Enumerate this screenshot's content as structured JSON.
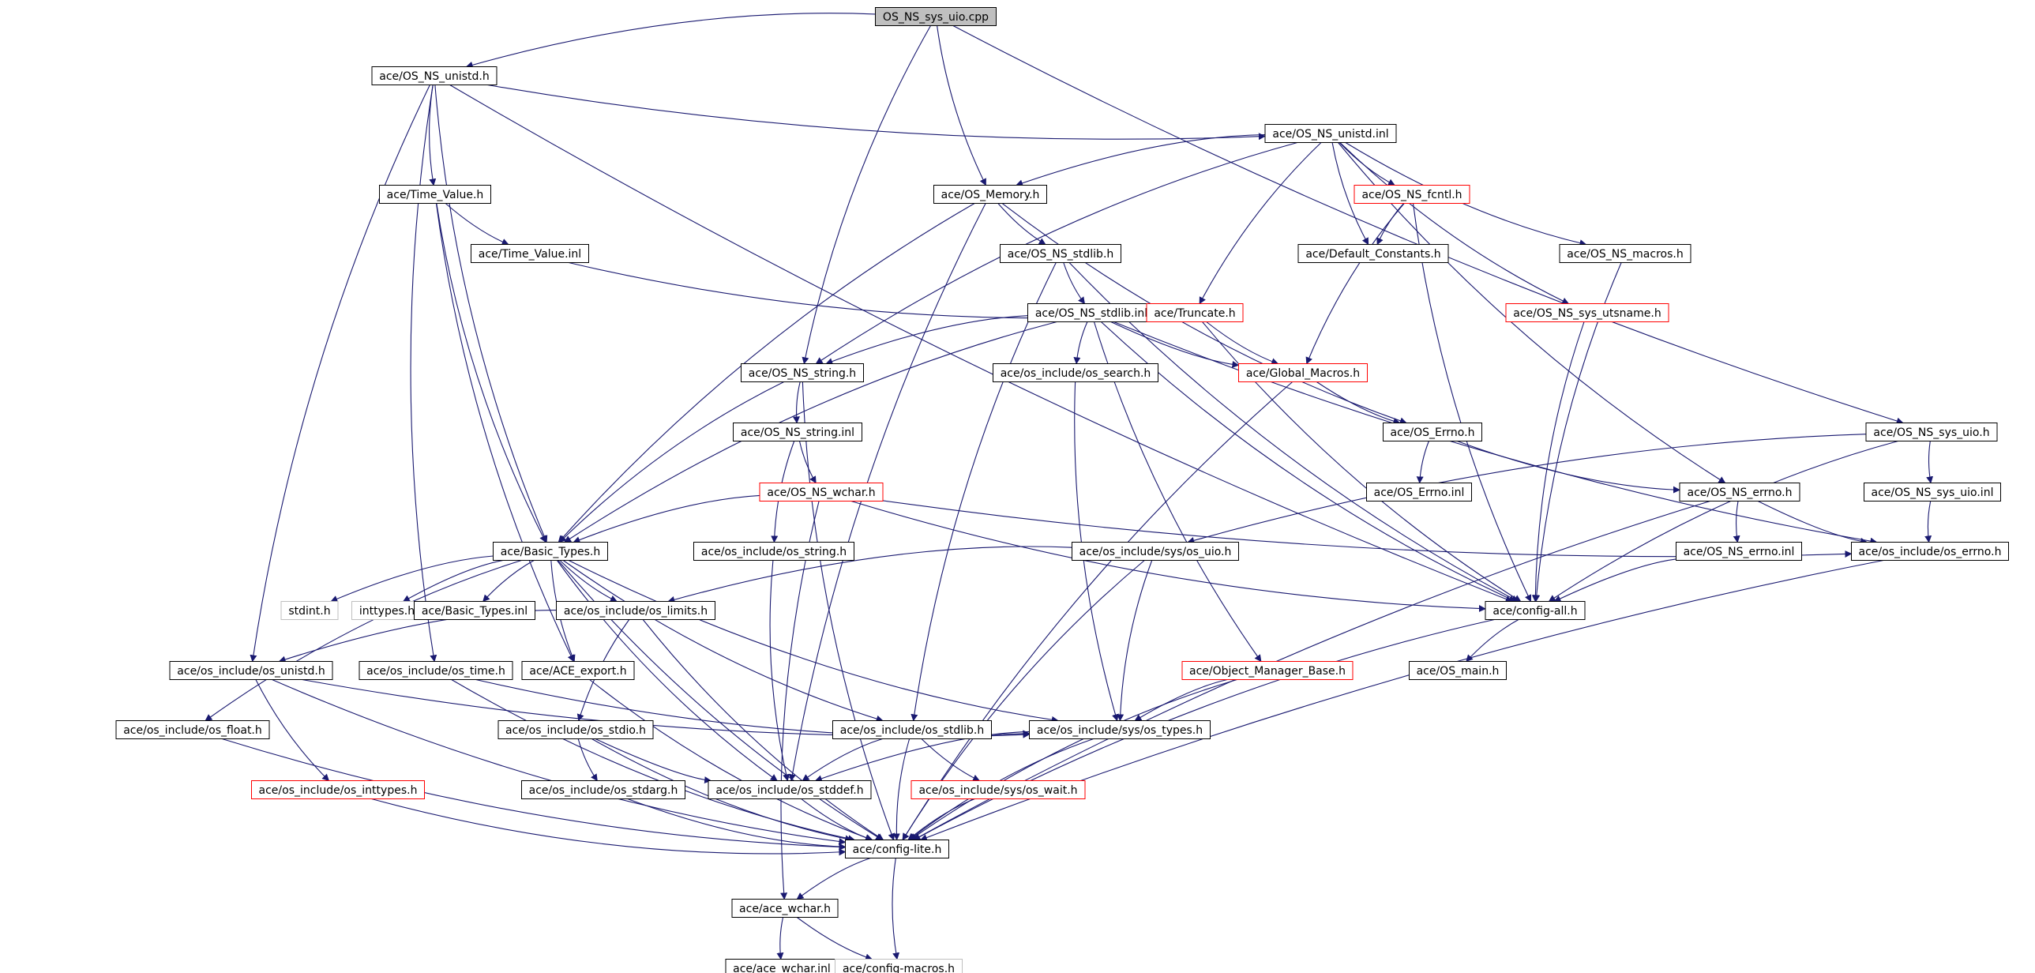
{
  "colors": {
    "edge": "#191970",
    "node_border_normal": "#000000",
    "node_border_truncated": "#ff0000",
    "node_border_external": "#bfbfbf",
    "root_fill": "#bfbfbf",
    "node_fill": "#ffffff"
  },
  "nodes": [
    {
      "id": "root",
      "label": "OS_NS_sys_uio.cpp",
      "kind": "root"
    },
    {
      "id": "unistd_h",
      "label": "ace/OS_NS_unistd.h",
      "kind": "normal"
    },
    {
      "id": "unistd_inl",
      "label": "ace/OS_NS_unistd.inl",
      "kind": "normal"
    },
    {
      "id": "time_value_h",
      "label": "ace/Time_Value.h",
      "kind": "normal"
    },
    {
      "id": "os_memory_h",
      "label": "ace/OS_Memory.h",
      "kind": "normal"
    },
    {
      "id": "ns_fcntl_h",
      "label": "ace/OS_NS_fcntl.h",
      "kind": "truncated"
    },
    {
      "id": "time_value_inl",
      "label": "ace/Time_Value.inl",
      "kind": "normal"
    },
    {
      "id": "ns_stdlib_h",
      "label": "ace/OS_NS_stdlib.h",
      "kind": "normal"
    },
    {
      "id": "default_constants",
      "label": "ace/Default_Constants.h",
      "kind": "normal"
    },
    {
      "id": "ns_macros",
      "label": "ace/OS_NS_macros.h",
      "kind": "normal"
    },
    {
      "id": "ns_stdlib_inl",
      "label": "ace/OS_NS_stdlib.inl",
      "kind": "normal"
    },
    {
      "id": "truncate_h",
      "label": "ace/Truncate.h",
      "kind": "truncated"
    },
    {
      "id": "ns_sys_utsname",
      "label": "ace/OS_NS_sys_utsname.h",
      "kind": "truncated"
    },
    {
      "id": "ns_string_h",
      "label": "ace/OS_NS_string.h",
      "kind": "normal"
    },
    {
      "id": "os_search_h",
      "label": "ace/os_include/os_search.h",
      "kind": "normal"
    },
    {
      "id": "global_macros",
      "label": "ace/Global_Macros.h",
      "kind": "truncated"
    },
    {
      "id": "ns_string_inl",
      "label": "ace/OS_NS_string.inl",
      "kind": "normal"
    },
    {
      "id": "os_errno_h",
      "label": "ace/OS_Errno.h",
      "kind": "normal"
    },
    {
      "id": "ns_sys_uio_h",
      "label": "ace/OS_NS_sys_uio.h",
      "kind": "normal"
    },
    {
      "id": "ns_wchar_h",
      "label": "ace/OS_NS_wchar.h",
      "kind": "truncated"
    },
    {
      "id": "os_errno_inl",
      "label": "ace/OS_Errno.inl",
      "kind": "normal"
    },
    {
      "id": "ns_errno_h",
      "label": "ace/OS_NS_errno.h",
      "kind": "normal"
    },
    {
      "id": "ns_sys_uio_inl",
      "label": "ace/OS_NS_sys_uio.inl",
      "kind": "normal"
    },
    {
      "id": "basic_types_h",
      "label": "ace/Basic_Types.h",
      "kind": "normal"
    },
    {
      "id": "os_string_h",
      "label": "ace/os_include/os_string.h",
      "kind": "normal"
    },
    {
      "id": "sys_os_uio_h",
      "label": "ace/os_include/sys/os_uio.h",
      "kind": "normal"
    },
    {
      "id": "ns_errno_inl",
      "label": "ace/OS_NS_errno.inl",
      "kind": "normal"
    },
    {
      "id": "os_errno_inc",
      "label": "ace/os_include/os_errno.h",
      "kind": "normal"
    },
    {
      "id": "stdint_h",
      "label": "stdint.h",
      "kind": "external"
    },
    {
      "id": "inttypes_h",
      "label": "inttypes.h",
      "kind": "external"
    },
    {
      "id": "basic_types_inl",
      "label": "ace/Basic_Types.inl",
      "kind": "normal"
    },
    {
      "id": "os_limits_h",
      "label": "ace/os_include/os_limits.h",
      "kind": "normal"
    },
    {
      "id": "config_all_h",
      "label": "ace/config-all.h",
      "kind": "normal"
    },
    {
      "id": "os_unistd_inc",
      "label": "ace/os_include/os_unistd.h",
      "kind": "normal"
    },
    {
      "id": "os_time_h",
      "label": "ace/os_include/os_time.h",
      "kind": "normal"
    },
    {
      "id": "ace_export_h",
      "label": "ace/ACE_export.h",
      "kind": "normal"
    },
    {
      "id": "object_manager_base",
      "label": "ace/Object_Manager_Base.h",
      "kind": "truncated"
    },
    {
      "id": "os_main_h",
      "label": "ace/OS_main.h",
      "kind": "normal"
    },
    {
      "id": "os_float_h",
      "label": "ace/os_include/os_float.h",
      "kind": "normal"
    },
    {
      "id": "os_stdio_h",
      "label": "ace/os_include/os_stdio.h",
      "kind": "normal"
    },
    {
      "id": "os_stdlib_h",
      "label": "ace/os_include/os_stdlib.h",
      "kind": "normal"
    },
    {
      "id": "sys_os_types_h",
      "label": "ace/os_include/sys/os_types.h",
      "kind": "normal"
    },
    {
      "id": "os_inttypes_h",
      "label": "ace/os_include/os_inttypes.h",
      "kind": "truncated"
    },
    {
      "id": "os_stdarg_h",
      "label": "ace/os_include/os_stdarg.h",
      "kind": "normal"
    },
    {
      "id": "os_stddef_h",
      "label": "ace/os_include/os_stddef.h",
      "kind": "normal"
    },
    {
      "id": "sys_os_wait_h",
      "label": "ace/os_include/sys/os_wait.h",
      "kind": "truncated"
    },
    {
      "id": "config_lite_h",
      "label": "ace/config-lite.h",
      "kind": "normal"
    },
    {
      "id": "ace_wchar_h",
      "label": "ace/ace_wchar.h",
      "kind": "normal"
    },
    {
      "id": "ace_wchar_inl",
      "label": "ace/ace_wchar.inl",
      "kind": "normal"
    },
    {
      "id": "config_macros_h",
      "label": "ace/config-macros.h",
      "kind": "external"
    }
  ],
  "edges": [
    [
      "root",
      "unistd_h"
    ],
    [
      "root",
      "os_memory_h"
    ],
    [
      "root",
      "ns_string_h"
    ],
    [
      "root",
      "ns_sys_uio_h"
    ],
    [
      "unistd_h",
      "unistd_inl"
    ],
    [
      "unistd_h",
      "time_value_h"
    ],
    [
      "unistd_h",
      "basic_types_h"
    ],
    [
      "unistd_h",
      "os_unistd_inc"
    ],
    [
      "unistd_h",
      "os_time_h"
    ],
    [
      "unistd_h",
      "config_all_h"
    ],
    [
      "unistd_inl",
      "os_memory_h"
    ],
    [
      "unistd_inl",
      "ns_fcntl_h"
    ],
    [
      "unistd_inl",
      "default_constants"
    ],
    [
      "unistd_inl",
      "ns_macros"
    ],
    [
      "unistd_inl",
      "truncate_h"
    ],
    [
      "unistd_inl",
      "ns_sys_utsname"
    ],
    [
      "unistd_inl",
      "ns_string_h"
    ],
    [
      "unistd_inl",
      "ns_errno_h"
    ],
    [
      "time_value_h",
      "time_value_inl"
    ],
    [
      "time_value_h",
      "basic_types_h"
    ],
    [
      "time_value_h",
      "ace_export_h"
    ],
    [
      "time_value_inl",
      "truncate_h"
    ],
    [
      "os_memory_h",
      "ns_stdlib_h"
    ],
    [
      "os_memory_h",
      "basic_types_h"
    ],
    [
      "os_memory_h",
      "os_errno_h"
    ],
    [
      "os_memory_h",
      "os_stddef_h"
    ],
    [
      "ns_fcntl_h",
      "default_constants"
    ],
    [
      "ns_fcntl_h",
      "global_macros"
    ],
    [
      "ns_fcntl_h",
      "config_all_h"
    ],
    [
      "ns_stdlib_h",
      "ns_stdlib_inl"
    ],
    [
      "ns_stdlib_h",
      "os_stdlib_h"
    ],
    [
      "ns_stdlib_h",
      "config_all_h"
    ],
    [
      "ns_macros",
      "config_all_h"
    ],
    [
      "ns_stdlib_inl",
      "ns_string_h"
    ],
    [
      "ns_stdlib_inl",
      "os_search_h"
    ],
    [
      "ns_stdlib_inl",
      "global_macros"
    ],
    [
      "ns_stdlib_inl",
      "basic_types_h"
    ],
    [
      "ns_stdlib_inl",
      "object_manager_base"
    ],
    [
      "ns_stdlib_inl",
      "config_all_h"
    ],
    [
      "ns_stdlib_inl",
      "os_errno_inc"
    ],
    [
      "truncate_h",
      "global_macros"
    ],
    [
      "truncate_h",
      "config_all_h"
    ],
    [
      "ns_sys_utsname",
      "config_all_h"
    ],
    [
      "ns_string_h",
      "ns_string_inl"
    ],
    [
      "ns_string_h",
      "basic_types_h"
    ],
    [
      "ns_string_h",
      "config_lite_h"
    ],
    [
      "os_search_h",
      "sys_os_types_h"
    ],
    [
      "global_macros",
      "os_errno_h"
    ],
    [
      "global_macros",
      "config_lite_h"
    ],
    [
      "ns_string_inl",
      "ns_wchar_h"
    ],
    [
      "ns_string_inl",
      "os_string_h"
    ],
    [
      "os_errno_h",
      "os_errno_inl"
    ],
    [
      "os_errno_h",
      "ns_errno_h"
    ],
    [
      "ns_sys_uio_h",
      "ns_sys_uio_inl"
    ],
    [
      "ns_sys_uio_h",
      "sys_os_uio_h"
    ],
    [
      "ns_sys_uio_h",
      "config_all_h"
    ],
    [
      "ns_wchar_h",
      "basic_types_h"
    ],
    [
      "ns_wchar_h",
      "ace_wchar_h"
    ],
    [
      "ns_wchar_h",
      "config_all_h"
    ],
    [
      "ns_wchar_h",
      "os_errno_inc"
    ],
    [
      "ns_errno_h",
      "ns_errno_inl"
    ],
    [
      "ns_errno_h",
      "os_errno_inc"
    ],
    [
      "ns_errno_h",
      "config_lite_h"
    ],
    [
      "ns_sys_uio_inl",
      "os_errno_inc"
    ],
    [
      "basic_types_h",
      "stdint_h"
    ],
    [
      "basic_types_h",
      "inttypes_h"
    ],
    [
      "basic_types_h",
      "basic_types_inl"
    ],
    [
      "basic_types_h",
      "os_limits_h"
    ],
    [
      "basic_types_h",
      "ace_export_h"
    ],
    [
      "basic_types_h",
      "os_float_h"
    ],
    [
      "basic_types_h",
      "os_stdlib_h"
    ],
    [
      "basic_types_h",
      "sys_os_types_h"
    ],
    [
      "basic_types_h",
      "os_stddef_h"
    ],
    [
      "basic_types_h",
      "config_lite_h"
    ],
    [
      "os_string_h",
      "os_stddef_h"
    ],
    [
      "sys_os_uio_h",
      "os_limits_h"
    ],
    [
      "sys_os_uio_h",
      "sys_os_types_h"
    ],
    [
      "sys_os_uio_h",
      "config_lite_h"
    ],
    [
      "ns_errno_inl",
      "config_all_h"
    ],
    [
      "os_errno_inc",
      "config_lite_h"
    ],
    [
      "os_limits_h",
      "os_unistd_inc"
    ],
    [
      "os_limits_h",
      "os_stdio_h"
    ],
    [
      "os_limits_h",
      "config_lite_h"
    ],
    [
      "config_all_h",
      "os_main_h"
    ],
    [
      "config_all_h",
      "config_lite_h"
    ],
    [
      "os_unistd_inc",
      "os_inttypes_h"
    ],
    [
      "os_unistd_inc",
      "sys_os_types_h"
    ],
    [
      "os_unistd_inc",
      "config_lite_h"
    ],
    [
      "os_time_h",
      "sys_os_types_h"
    ],
    [
      "os_time_h",
      "config_lite_h"
    ],
    [
      "ace_export_h",
      "config_lite_h"
    ],
    [
      "object_manager_base",
      "sys_os_types_h"
    ],
    [
      "object_manager_base",
      "config_lite_h"
    ],
    [
      "os_float_h",
      "config_lite_h"
    ],
    [
      "os_stdio_h",
      "os_stdarg_h"
    ],
    [
      "os_stdio_h",
      "os_stddef_h"
    ],
    [
      "os_stdio_h",
      "config_lite_h"
    ],
    [
      "os_stdlib_h",
      "os_stddef_h"
    ],
    [
      "os_stdlib_h",
      "sys_os_wait_h"
    ],
    [
      "os_stdlib_h",
      "config_lite_h"
    ],
    [
      "sys_os_types_h",
      "os_stddef_h"
    ],
    [
      "sys_os_types_h",
      "config_lite_h"
    ],
    [
      "os_inttypes_h",
      "config_lite_h"
    ],
    [
      "os_stdarg_h",
      "config_lite_h"
    ],
    [
      "os_stddef_h",
      "config_lite_h"
    ],
    [
      "sys_os_wait_h",
      "config_lite_h"
    ],
    [
      "config_lite_h",
      "ace_wchar_h"
    ],
    [
      "config_lite_h",
      "config_macros_h"
    ],
    [
      "ace_wchar_h",
      "ace_wchar_inl"
    ],
    [
      "ace_wchar_h",
      "config_macros_h"
    ]
  ]
}
